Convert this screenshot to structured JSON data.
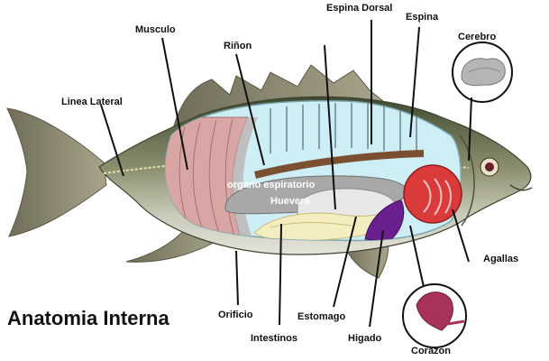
{
  "title": "Anatomia Interna",
  "labels": {
    "musculo": "Musculo",
    "rinon": "Riñon",
    "espina_dorsal": "Espina Dorsal",
    "espina": "Espina",
    "cerebro": "Cerebro",
    "linea_lateral": "Linea Lateral",
    "organo_espiratorio": "organo espiratorio",
    "huevera": "Huevera",
    "agallas": "Agallas",
    "orificio": "Orificio",
    "estomago": "Estomago",
    "intestinos": "Intestinos",
    "higado": "Higado",
    "corazon": "Corazon"
  },
  "colors": {
    "body_dark": "#4e5a3e",
    "body_mid": "#8c8f6e",
    "belly": "#d7d8cc",
    "fin": "#8e8a72",
    "cavity": "#cdeef5",
    "muscle": "#d9a6a6",
    "gills": "#d93a3a",
    "liver": "#6a1f8e",
    "intestine": "#f4edc0",
    "heart": "#a8325a"
  }
}
